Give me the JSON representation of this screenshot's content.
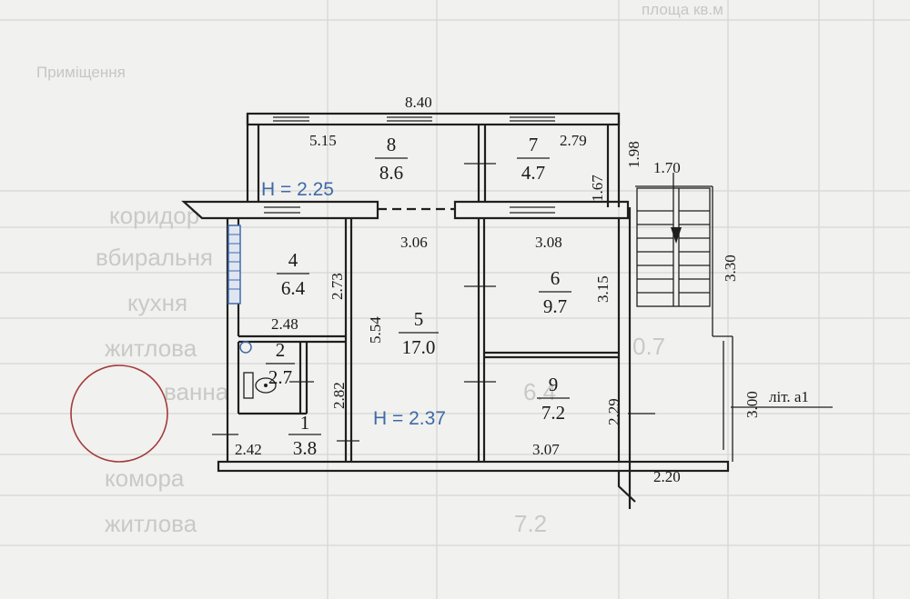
{
  "plan": {
    "overall_width": "8.40",
    "ceiling_upper": "H = 2.25",
    "ceiling_lower": "H = 2.37",
    "annex_label": "літ. а1",
    "rooms": [
      {
        "id": "8",
        "area": "8.6"
      },
      {
        "id": "7",
        "area": "4.7"
      },
      {
        "id": "4",
        "area": "6.4"
      },
      {
        "id": "5",
        "area": "17.0"
      },
      {
        "id": "6",
        "area": "9.7"
      },
      {
        "id": "2",
        "area": "2.7"
      },
      {
        "id": "9",
        "area": "7.2"
      },
      {
        "id": "1",
        "area": "3.8"
      }
    ],
    "dimensions": {
      "d_515": "5.15",
      "d_279": "2.79",
      "d_198": "1.98",
      "d_167": "1.67",
      "d_170": "1.70",
      "d_306": "3.06",
      "d_308": "3.08",
      "d_330": "3.30",
      "d_273": "2.73",
      "d_554": "5.54",
      "d_315": "3.15",
      "d_248": "2.48",
      "d_282": "2.82",
      "d_229": "2.29",
      "d_300": "3.00",
      "d_242": "2.42",
      "d_307": "3.07",
      "d_220": "2.20"
    }
  },
  "background": {
    "header": "Приміщення",
    "col_header": "площа кв.м",
    "rows": [
      "коридор",
      "вбиральня",
      "кухня",
      "житлова",
      "ванна",
      "комора",
      "житлова"
    ],
    "values": [
      "0.7",
      "6.4",
      "7.2"
    ]
  }
}
